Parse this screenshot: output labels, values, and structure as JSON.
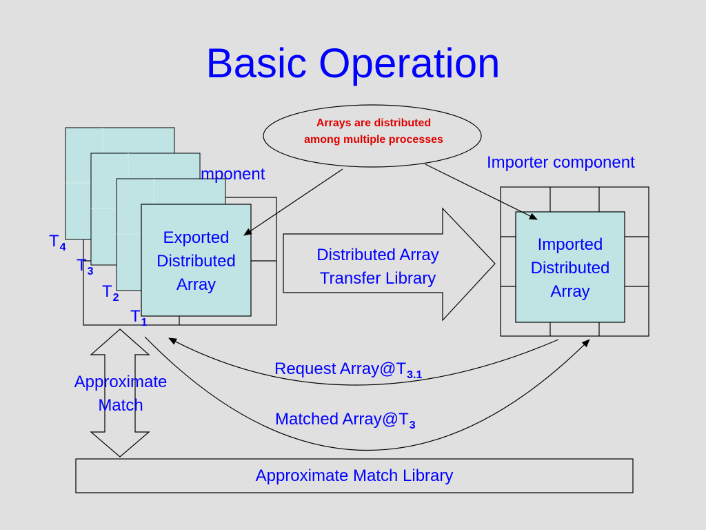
{
  "title": "Basic Operation",
  "callout": {
    "line1": "Arrays are distributed",
    "line2": "among multiple processes"
  },
  "exporter": {
    "label_visible": "mponent",
    "array_line1": "Exported",
    "array_line2": "Distributed",
    "array_line3": "Array"
  },
  "importer": {
    "label": "Importer component",
    "array_line1": "Imported",
    "array_line2": "Distributed",
    "array_line3": "Array"
  },
  "transfer_library": {
    "line1": "Distributed Array",
    "line2": "Transfer Library"
  },
  "timesteps": [
    {
      "base": "T",
      "sub": "4"
    },
    {
      "base": "T",
      "sub": "3"
    },
    {
      "base": "T",
      "sub": "2"
    },
    {
      "base": "T",
      "sub": "1"
    }
  ],
  "approx_match": {
    "line1": "Approximate",
    "line2": "Match"
  },
  "request": {
    "base": "Request Array@T",
    "sub": "3.1"
  },
  "matched": {
    "base": "Matched Array@T",
    "sub": "3"
  },
  "library": "Approximate Match Library",
  "colors": {
    "text_blue": "#0000ff",
    "callout_red": "#e00000",
    "array_fill": "#c0e3e3",
    "background": "#e0e0e0"
  }
}
